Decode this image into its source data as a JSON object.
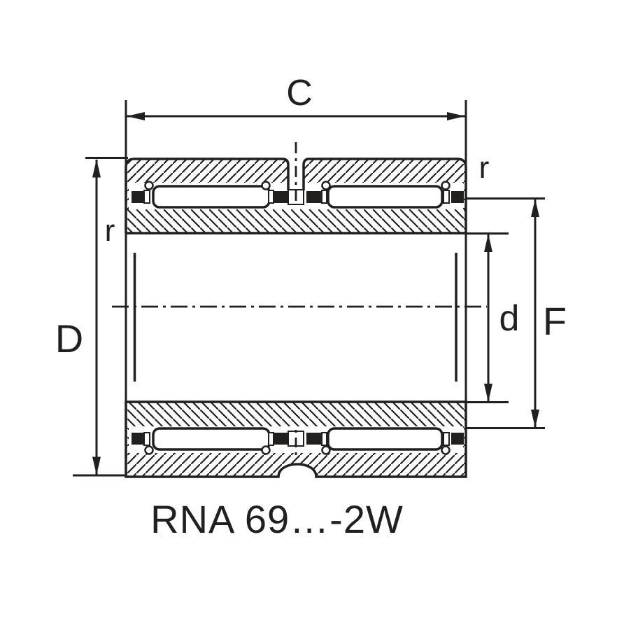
{
  "title": "RNA 69…-2W",
  "labels": {
    "outside_width": "C",
    "outer_diameter": "D",
    "shaft_diameter": "d",
    "raceway_diameter": "F",
    "corner_radius_left": "r",
    "corner_radius_right": "r"
  },
  "colors": {
    "ink": "#221f1f",
    "paper": "#ffffff"
  }
}
